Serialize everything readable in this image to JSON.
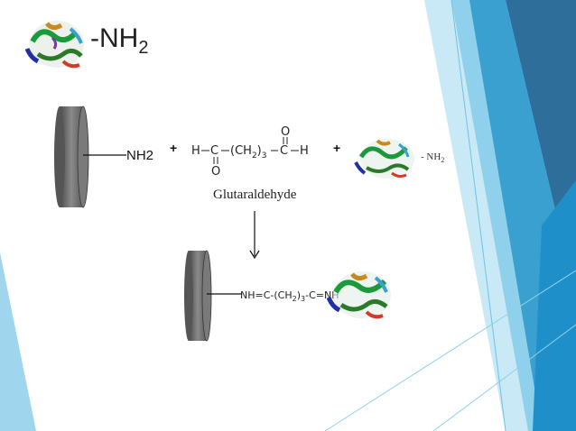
{
  "slide": {
    "title_prefix": "-NH",
    "title_subscript": "2",
    "support_group_label": "NH2",
    "plus_sign": "+",
    "glutaraldehyde": {
      "label": "Glutaraldehyde",
      "atom_h_left": "H",
      "carbon": "C",
      "chain": "(CH",
      "chain_sub_2": "2",
      "chain_close": ")",
      "chain_sub_3": "3",
      "atom_h_right": "H",
      "oxygen": "O"
    },
    "protein_group_suffix": "- NH",
    "protein_group_sub": "2",
    "product": {
      "part1": "NH=C-(CH",
      "sub1": "2",
      "part2": ")",
      "sub2": "3",
      "part3": "-C=NH"
    }
  },
  "colors": {
    "accent_dark": "#2e6e9a",
    "accent_mid": "#3aa0cf",
    "accent_light": "#8fd0ec",
    "accent_pale": "#c9e9f6",
    "support_gray": "#6e6e6e"
  },
  "icons": [
    "enzyme-protein-icon",
    "solid-support-disc",
    "arrow-down-icon"
  ]
}
